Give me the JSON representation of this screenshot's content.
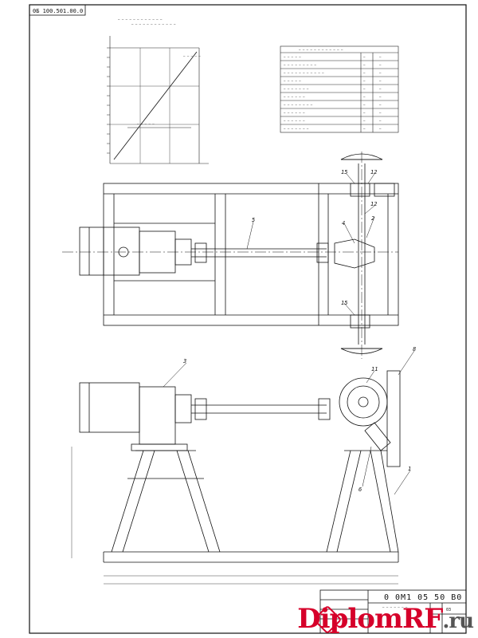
{
  "drawing": {
    "stamp_top": "0Б 100.501.00.0",
    "chart_caption_1": "— — — — — — — — — — — —",
    "chart_caption_2": "— — — — — — — — — — — —",
    "chart_line_label_1": "— — — — —",
    "chart_line_label_2": "— — — — —",
    "spec_title": "— — — — — — — — — — — —",
    "spec_rows": [
      {
        "name": "— — — — —",
        "unit": "—",
        "value": "—"
      },
      {
        "name": "— — — — — — — — —",
        "unit": "—",
        "value": "—"
      },
      {
        "name": "— — — — — — — — — — —",
        "unit": "—",
        "value": "—"
      },
      {
        "name": "— — — — —",
        "unit": "—",
        "value": "—"
      },
      {
        "name": "— — — — — — —",
        "unit": "—",
        "value": "—"
      },
      {
        "name": "— — — — — —",
        "unit": "—",
        "value": "—"
      },
      {
        "name": "— — — — — — — —",
        "unit": "—",
        "value": "—"
      },
      {
        "name": "— — — — — —",
        "unit": "—",
        "value": "—"
      },
      {
        "name": "— — — — — —",
        "unit": "—",
        "value": "—"
      },
      {
        "name": "— — — — — — —",
        "unit": "—",
        "value": "—"
      }
    ],
    "callouts": [
      "15",
      "12",
      "12",
      "4",
      "2",
      "5",
      "15",
      "3",
      "11",
      "8",
      "1",
      "6"
    ],
    "title_block_code": "0 0М1 05 50 В0",
    "title_block_name": "— — — — — — —",
    "title_block_sheet": "03"
  },
  "watermark": {
    "main": "Diplom",
    "accent": "RF",
    "tld": ".ru"
  }
}
